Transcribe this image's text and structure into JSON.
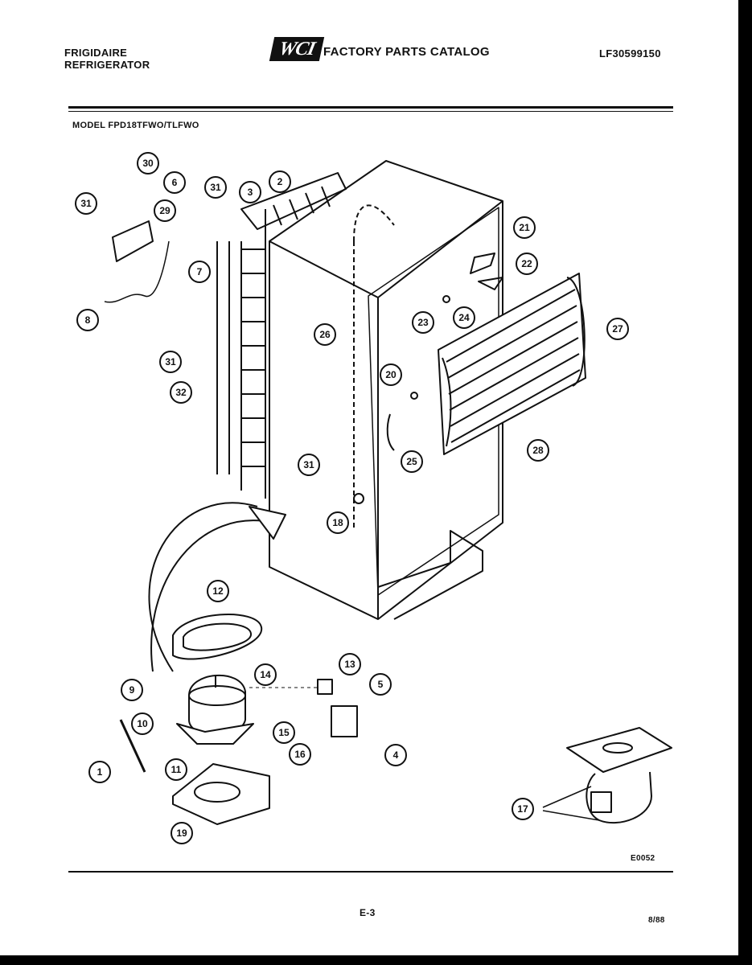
{
  "header": {
    "brand_line1": "FRIGIDAIRE",
    "brand_line2": "REFRIGERATOR",
    "logo": "WCI",
    "catalog_title": "FACTORY PARTS CATALOG",
    "catalog_number": "LF30599150",
    "model": "MODEL FPD18TFWO/TLFWO"
  },
  "callouts": [
    "31",
    "30",
    "6",
    "29",
    "31",
    "3",
    "2",
    "7",
    "8",
    "31",
    "32",
    "21",
    "22",
    "23",
    "24",
    "27",
    "26",
    "20",
    "25",
    "28",
    "31",
    "18",
    "12",
    "13",
    "9",
    "14",
    "5",
    "10",
    "15",
    "16",
    "4",
    "1",
    "11",
    "19",
    "17"
  ],
  "footer": {
    "diagram_code": "E0052",
    "page_number": "E-3",
    "date_code": "8/88"
  },
  "colors": {
    "ink": "#111111",
    "paper": "#ffffff"
  }
}
